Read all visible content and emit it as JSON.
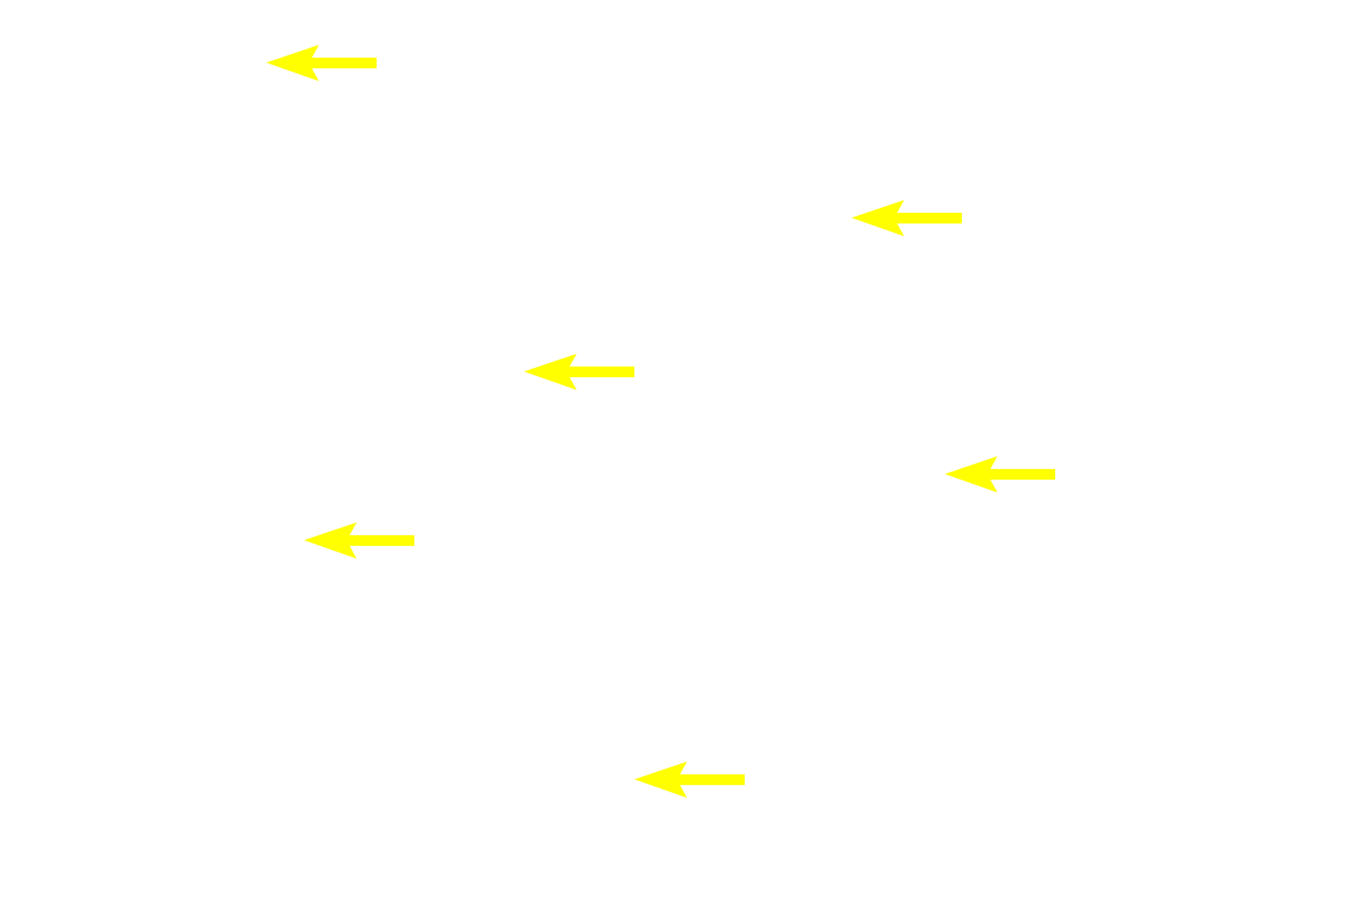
{
  "annotations": {
    "arrow_color": "#ffff00",
    "background_color": "#ffffff",
    "arrows": [
      {
        "direction": "left"
      },
      {
        "direction": "left"
      },
      {
        "direction": "left"
      },
      {
        "direction": "left"
      },
      {
        "direction": "left"
      },
      {
        "direction": "left"
      }
    ]
  }
}
